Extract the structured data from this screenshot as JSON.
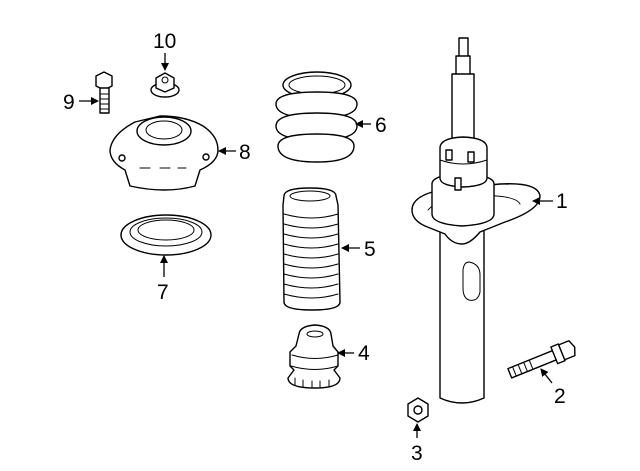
{
  "diagram": {
    "background": "#ffffff",
    "line_color": "#000000",
    "callouts": [
      {
        "id": "1",
        "label": "1"
      },
      {
        "id": "2",
        "label": "2"
      },
      {
        "id": "3",
        "label": "3"
      },
      {
        "id": "4",
        "label": "4"
      },
      {
        "id": "5",
        "label": "5"
      },
      {
        "id": "6",
        "label": "6"
      },
      {
        "id": "7",
        "label": "7"
      },
      {
        "id": "8",
        "label": "8"
      },
      {
        "id": "9",
        "label": "9"
      },
      {
        "id": "10",
        "label": "10"
      }
    ]
  }
}
